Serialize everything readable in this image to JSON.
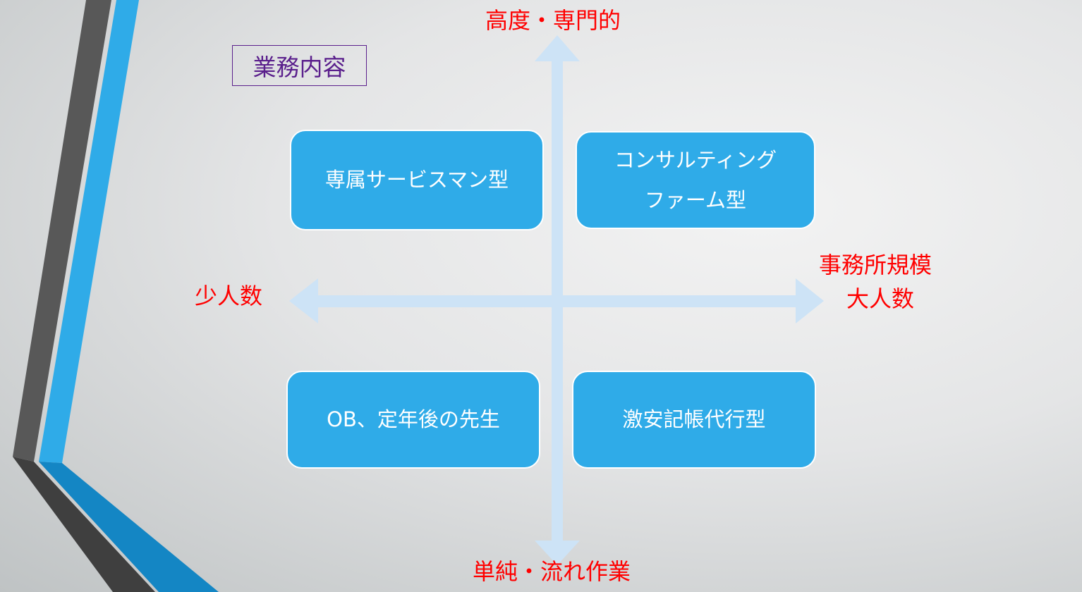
{
  "title": "業務内容",
  "axes": {
    "top": "高度・専門的",
    "bottom": "単純・流れ作業",
    "left": "少人数",
    "right_line1": "事務所規模",
    "right_line2": "大人数"
  },
  "quadrants": {
    "top_left": "専属サービスマン型",
    "top_right_line1": "コンサルティング",
    "top_right_line2": "ファーム型",
    "bottom_left": "OB、定年後の先生",
    "bottom_right": "激安記帳代行型"
  },
  "colors": {
    "box": "#2fabe8",
    "axis_label": "#ff0000",
    "arrow": "#cde3f6",
    "title": "#5a1f8c"
  }
}
